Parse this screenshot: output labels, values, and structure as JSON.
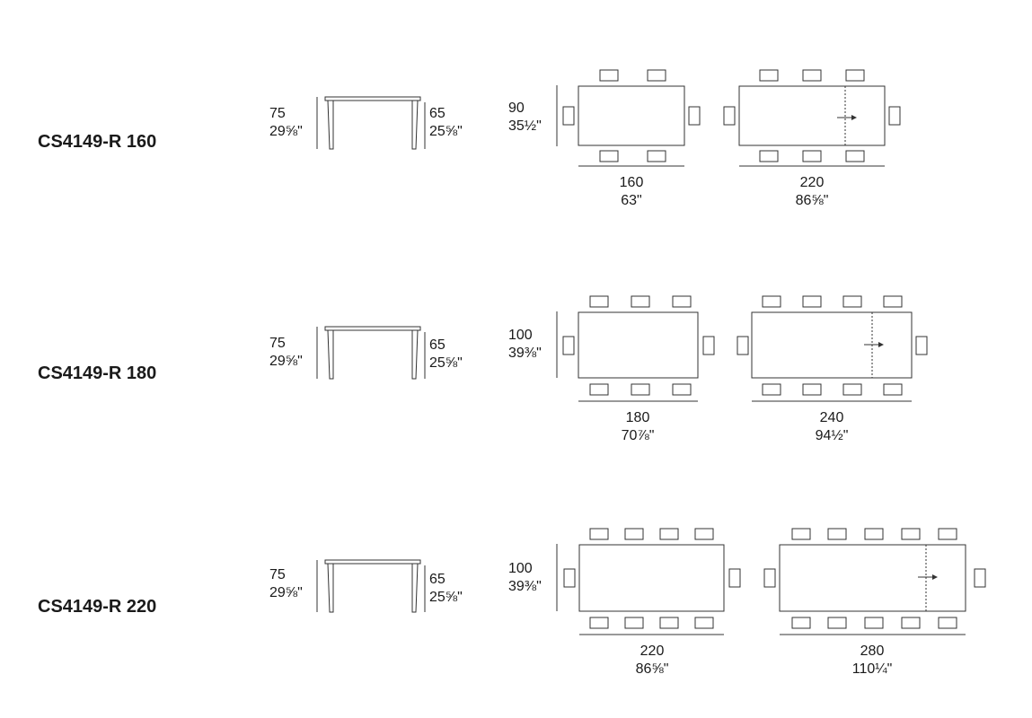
{
  "rows": [
    {
      "model": "CS4149-R 160",
      "side": {
        "height_cm": "75",
        "height_in": "29⅝\"",
        "clearance_cm": "65",
        "clearance_in": "25⅝\""
      },
      "plan": {
        "depth_cm": "90",
        "depth_in": "35½\"",
        "closed_cm": "160",
        "closed_in": "63\"",
        "extended_cm": "220",
        "extended_in": "86⅝\""
      }
    },
    {
      "model": "CS4149-R 180",
      "side": {
        "height_cm": "75",
        "height_in": "29⅝\"",
        "clearance_cm": "65",
        "clearance_in": "25⅝\""
      },
      "plan": {
        "depth_cm": "100",
        "depth_in": "39⅜\"",
        "closed_cm": "180",
        "closed_in": "70⅞\"",
        "extended_cm": "240",
        "extended_in": "94½\""
      }
    },
    {
      "model": "CS4149-R 220",
      "side": {
        "height_cm": "75",
        "height_in": "29⅝\"",
        "clearance_cm": "65",
        "clearance_in": "25⅝\""
      },
      "plan": {
        "depth_cm": "100",
        "depth_in": "39⅜\"",
        "closed_cm": "220",
        "closed_in": "86⅝\"",
        "extended_cm": "280",
        "extended_in": "110¼\""
      }
    }
  ]
}
